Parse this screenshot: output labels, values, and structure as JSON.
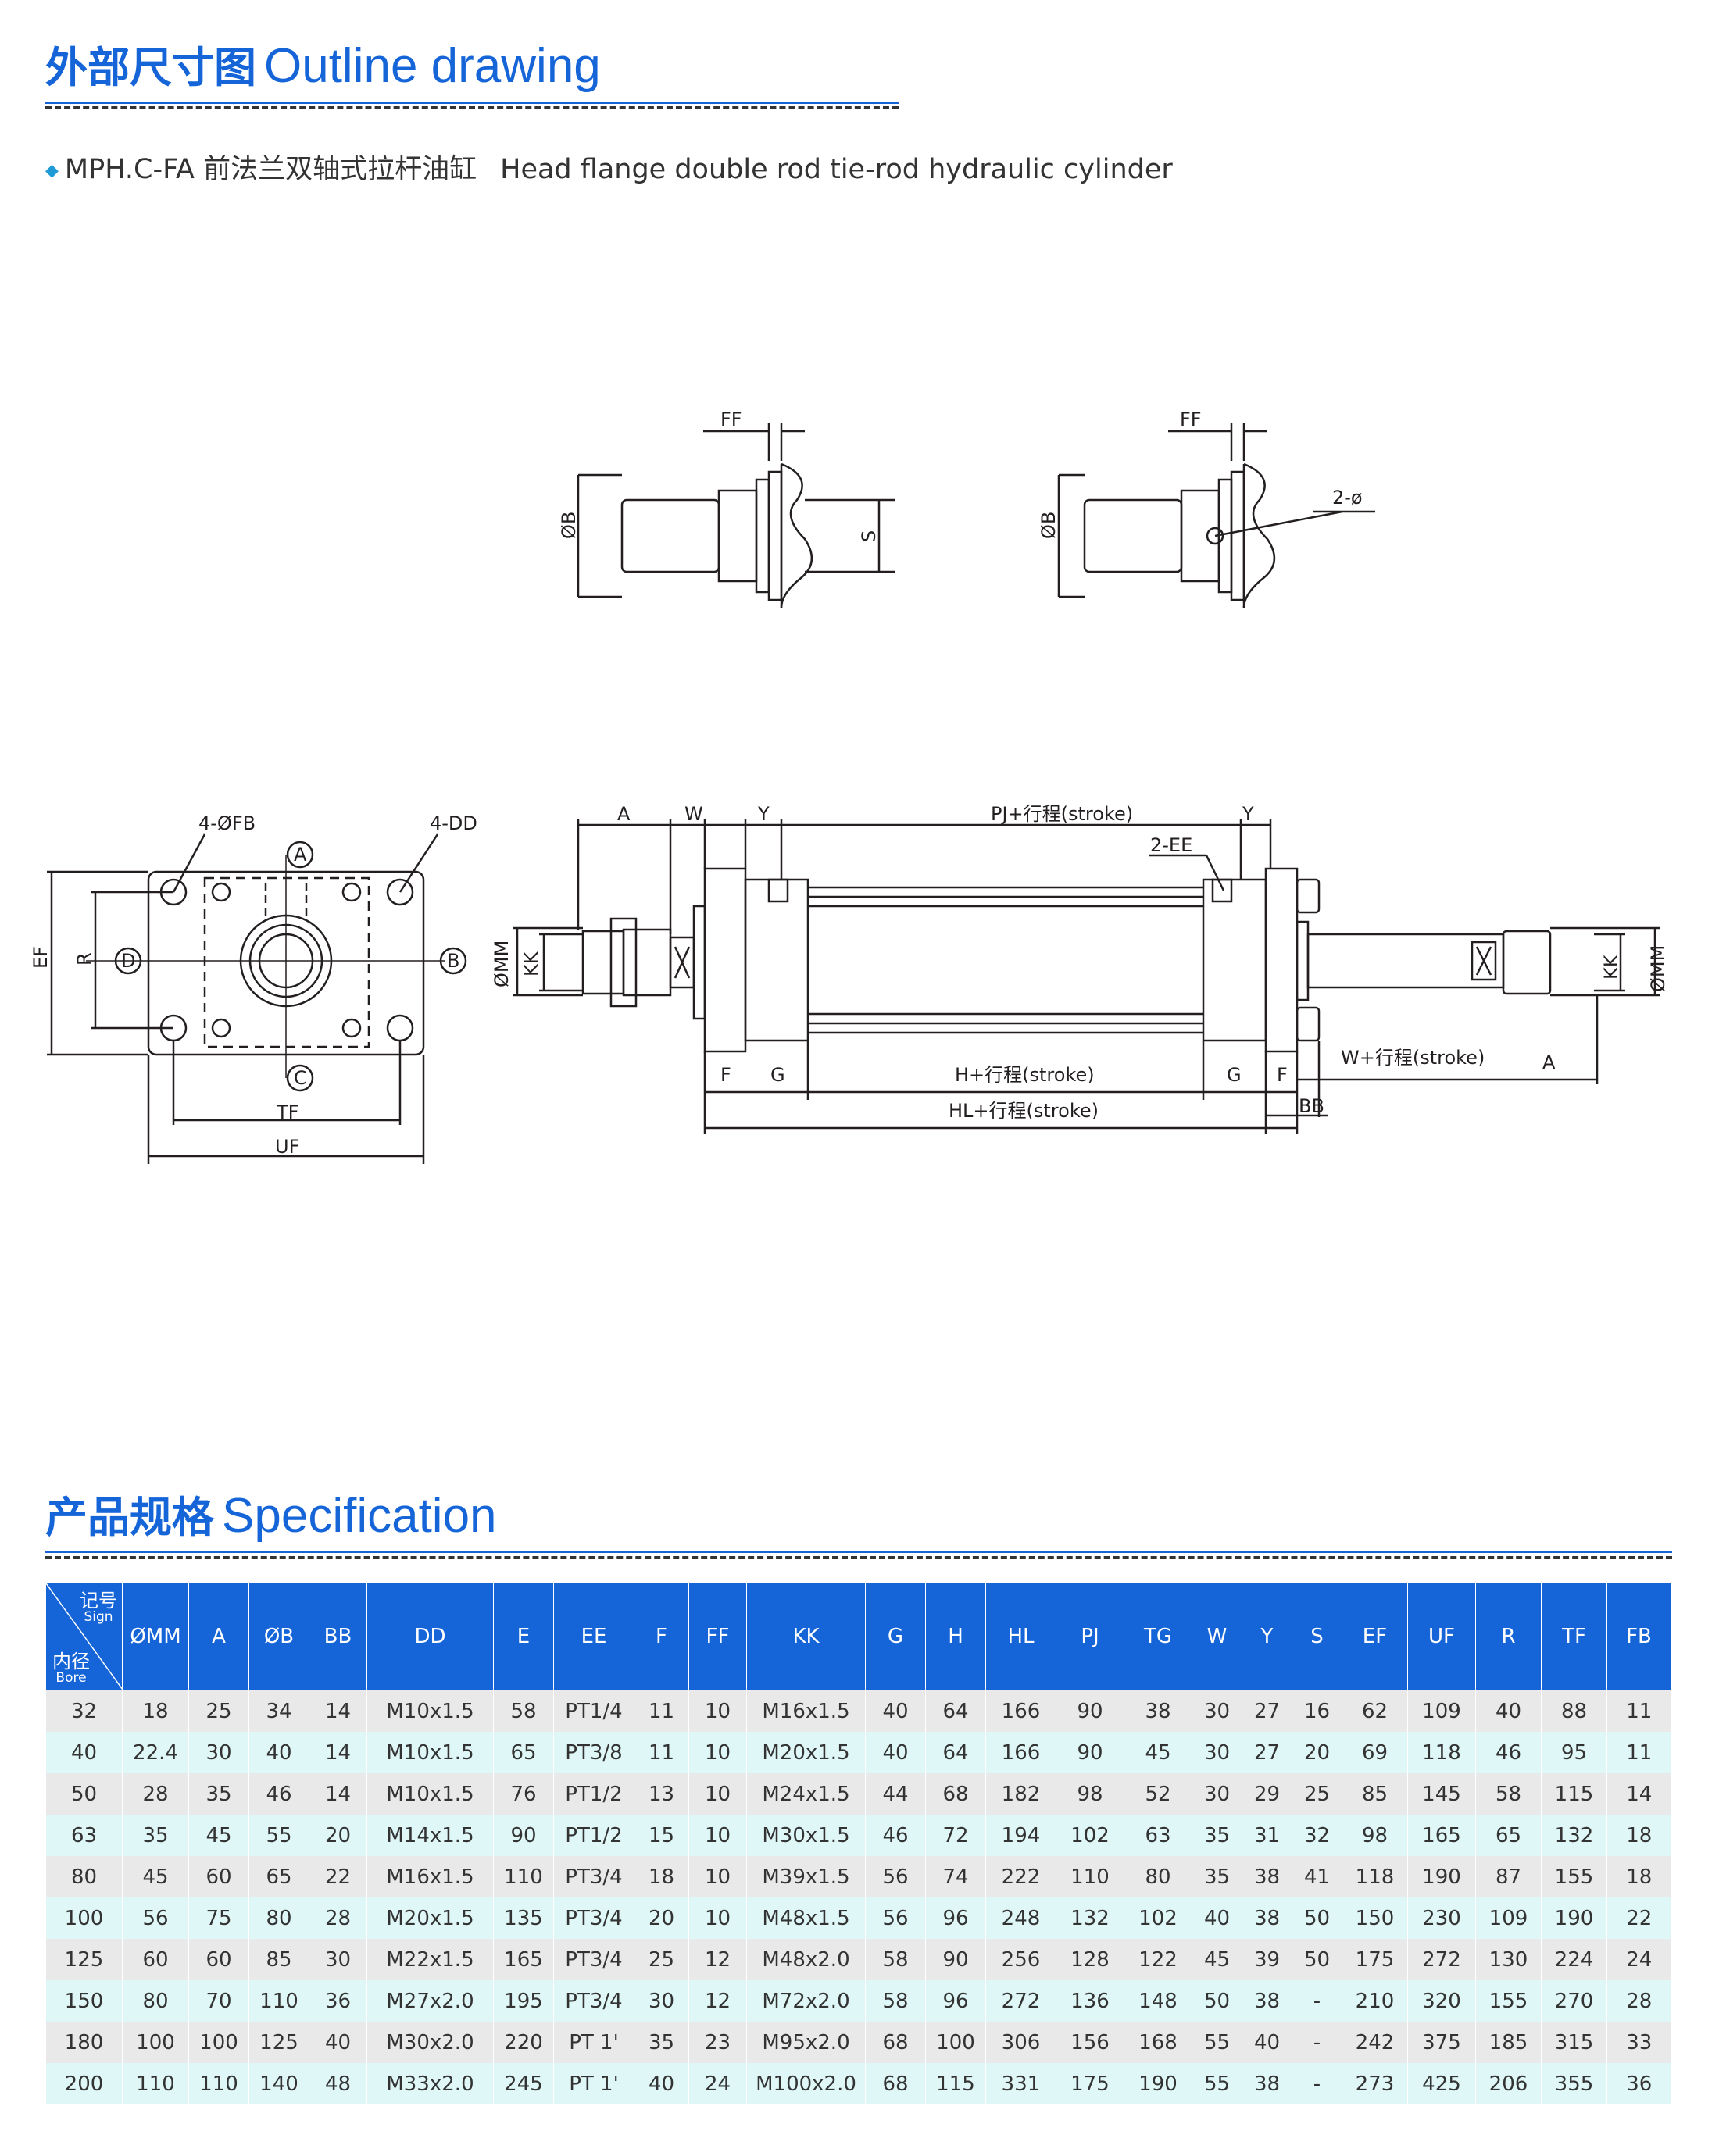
{
  "section1": {
    "title_cn": "外部尺寸图",
    "title_en": "Outline drawing"
  },
  "subtitle": {
    "model": "MPH.C-FA 前法兰双轴式拉杆油缸",
    "en": "Head flange double rod tie-rod hydraulic cylinder"
  },
  "drawing_labels": {
    "ff": "FF",
    "phi_b": "ØB",
    "s": "S",
    "two_phi": "2-ø",
    "four_fb": "4-ØFB",
    "four_dd": "4-DD",
    "a": "A",
    "b": "B",
    "c": "C",
    "d": "D",
    "ef": "EF",
    "r": "R",
    "tf": "TF",
    "uf": "UF",
    "dim_a": "A",
    "dim_w": "W",
    "dim_y": "Y",
    "pj": "PJ+行程(stroke)",
    "two_ee": "2-EE",
    "mm": "ØMM",
    "kk": "KK",
    "f": "F",
    "g": "G",
    "h": "H+行程(stroke)",
    "hl": "HL+行程(stroke)",
    "bb": "BB",
    "w_stroke": "W+行程(stroke)"
  },
  "section2": {
    "title_cn": "产品规格",
    "title_en": "Specification"
  },
  "table": {
    "corner_sign_cn": "记号",
    "corner_sign_en": "Sign",
    "corner_bore_cn": "内径",
    "corner_bore_en": "Bore",
    "headers": [
      "ØMM",
      "A",
      "ØB",
      "BB",
      "DD",
      "E",
      "EE",
      "F",
      "FF",
      "KK",
      "G",
      "H",
      "HL",
      "PJ",
      "TG",
      "W",
      "Y",
      "S",
      "EF",
      "UF",
      "R",
      "TF",
      "FB"
    ],
    "rows": [
      [
        "32",
        "18",
        "25",
        "34",
        "14",
        "M10x1.5",
        "58",
        "PT1/4",
        "11",
        "10",
        "M16x1.5",
        "40",
        "64",
        "166",
        "90",
        "38",
        "30",
        "27",
        "16",
        "62",
        "109",
        "40",
        "88",
        "11"
      ],
      [
        "40",
        "22.4",
        "30",
        "40",
        "14",
        "M10x1.5",
        "65",
        "PT3/8",
        "11",
        "10",
        "M20x1.5",
        "40",
        "64",
        "166",
        "90",
        "45",
        "30",
        "27",
        "20",
        "69",
        "118",
        "46",
        "95",
        "11"
      ],
      [
        "50",
        "28",
        "35",
        "46",
        "14",
        "M10x1.5",
        "76",
        "PT1/2",
        "13",
        "10",
        "M24x1.5",
        "44",
        "68",
        "182",
        "98",
        "52",
        "30",
        "29",
        "25",
        "85",
        "145",
        "58",
        "115",
        "14"
      ],
      [
        "63",
        "35",
        "45",
        "55",
        "20",
        "M14x1.5",
        "90",
        "PT1/2",
        "15",
        "10",
        "M30x1.5",
        "46",
        "72",
        "194",
        "102",
        "63",
        "35",
        "31",
        "32",
        "98",
        "165",
        "65",
        "132",
        "18"
      ],
      [
        "80",
        "45",
        "60",
        "65",
        "22",
        "M16x1.5",
        "110",
        "PT3/4",
        "18",
        "10",
        "M39x1.5",
        "56",
        "74",
        "222",
        "110",
        "80",
        "35",
        "38",
        "41",
        "118",
        "190",
        "87",
        "155",
        "18"
      ],
      [
        "100",
        "56",
        "75",
        "80",
        "28",
        "M20x1.5",
        "135",
        "PT3/4",
        "20",
        "10",
        "M48x1.5",
        "56",
        "96",
        "248",
        "132",
        "102",
        "40",
        "38",
        "50",
        "150",
        "230",
        "109",
        "190",
        "22"
      ],
      [
        "125",
        "60",
        "60",
        "85",
        "30",
        "M22x1.5",
        "165",
        "PT3/4",
        "25",
        "12",
        "M48x2.0",
        "58",
        "90",
        "256",
        "128",
        "122",
        "45",
        "39",
        "50",
        "175",
        "272",
        "130",
        "224",
        "24"
      ],
      [
        "150",
        "80",
        "70",
        "110",
        "36",
        "M27x2.0",
        "195",
        "PT3/4",
        "30",
        "12",
        "M72x2.0",
        "58",
        "96",
        "272",
        "136",
        "148",
        "50",
        "38",
        "-",
        "210",
        "320",
        "155",
        "270",
        "28"
      ],
      [
        "180",
        "100",
        "100",
        "125",
        "40",
        "M30x2.0",
        "220",
        "PT 1'",
        "35",
        "23",
        "M95x2.0",
        "68",
        "100",
        "306",
        "156",
        "168",
        "55",
        "40",
        "-",
        "242",
        "375",
        "185",
        "315",
        "33"
      ],
      [
        "200",
        "110",
        "110",
        "140",
        "48",
        "M33x2.0",
        "245",
        "PT 1'",
        "40",
        "24",
        "M100x2.0",
        "68",
        "115",
        "331",
        "175",
        "190",
        "55",
        "38",
        "-",
        "273",
        "425",
        "206",
        "355",
        "36"
      ]
    ]
  }
}
